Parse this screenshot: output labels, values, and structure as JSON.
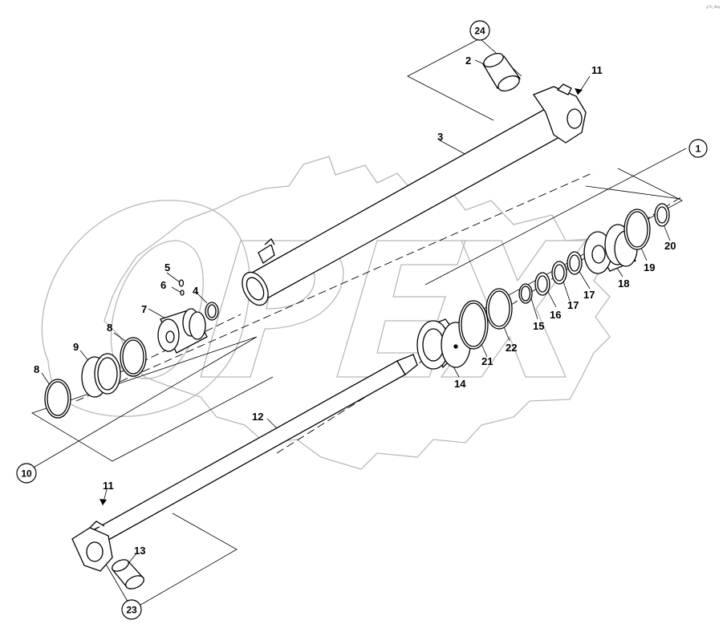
{
  "watermark": "OPEX",
  "corner_note": "g7b_dbg",
  "callouts": {
    "c1": "1",
    "c10": "10",
    "c23": "23",
    "c24": "24"
  },
  "labels": {
    "l2": "2",
    "l3": "3",
    "l4": "4",
    "l5": "5",
    "l6": "6",
    "l7": "7",
    "l8a": "8",
    "l8b": "8",
    "l9": "9",
    "l11a": "11",
    "l11b": "11",
    "l12": "12",
    "l13": "13",
    "l14": "14",
    "l15": "15",
    "l16": "16",
    "l17a": "17",
    "l17b": "17",
    "l18": "18",
    "l19": "19",
    "l20": "20",
    "l21": "21",
    "l22": "22"
  },
  "colors": {
    "line": "#000000",
    "watermark": "#b8b8b8"
  }
}
